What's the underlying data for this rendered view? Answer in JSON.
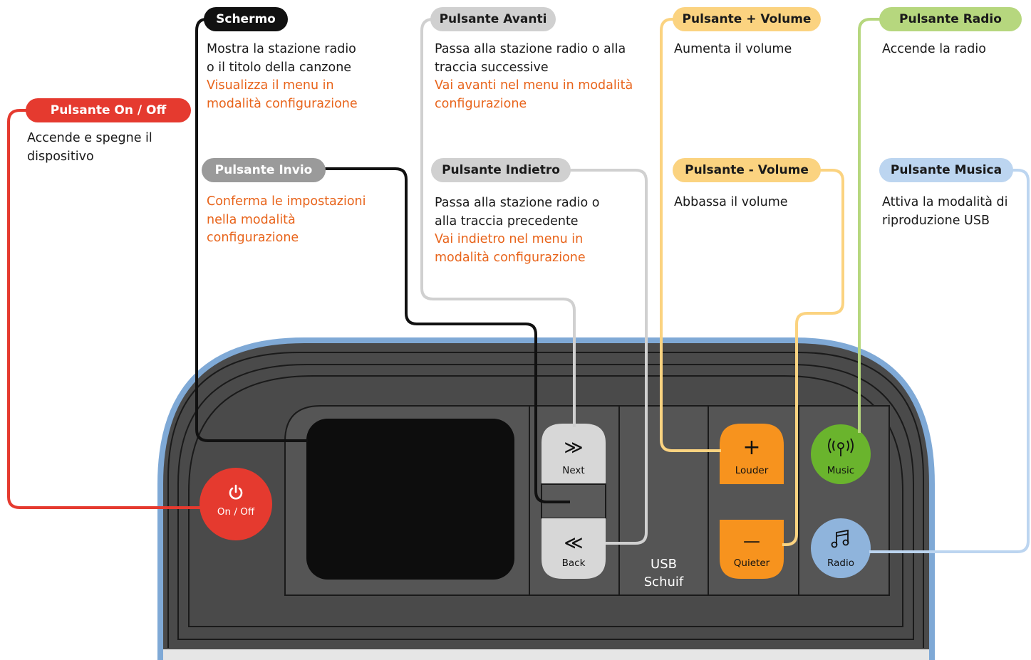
{
  "colors": {
    "red": "#e53a2f",
    "black": "#111111",
    "gray_tag": "#9a9a9a",
    "light_gray": "#d0d0d0",
    "yellow": "#fbd380",
    "green": "#b6d77e",
    "blue": "#bcd5f0",
    "orange_text": "#e8641b",
    "device_body": "#4a4a4a",
    "device_border": "#7fa9d6",
    "button_orange": "#f7931e",
    "button_green": "#6ab42d",
    "button_blue": "#8fb4dc",
    "button_red": "#e53a2f"
  },
  "callouts": {
    "onoff": {
      "title": "Pulsante On / Off",
      "desc_lines": [
        "Accende e spegne il",
        "dispositivo"
      ],
      "orange_lines": []
    },
    "schermo": {
      "title": "Schermo",
      "desc_lines": [
        "Mostra la stazione radio",
        "o il titolo della canzone"
      ],
      "orange_lines": [
        "Visualizza il menu in",
        "modalità configurazione"
      ]
    },
    "invio": {
      "title": "Pulsante Invio",
      "desc_lines": [],
      "orange_lines": [
        "Conferma le impostazioni",
        "nella modalità",
        "configurazione"
      ]
    },
    "avanti": {
      "title": "Pulsante Avanti",
      "desc_lines": [
        "Passa alla stazione radio o alla",
        "traccia successive"
      ],
      "orange_lines": [
        "Vai avanti nel menu in modalità",
        "configurazione"
      ]
    },
    "indietro": {
      "title": "Pulsante Indietro",
      "desc_lines": [
        "Passa alla stazione radio o",
        "alla traccia precedente"
      ],
      "orange_lines": [
        "Vai indietro nel menu in",
        "modalità configurazione"
      ]
    },
    "volume_up": {
      "title": "Pulsante + Volume",
      "desc_lines": [
        "Aumenta il volume"
      ],
      "orange_lines": []
    },
    "volume_down": {
      "title": "Pulsante - Volume",
      "desc_lines": [
        "Abbassa il volume"
      ],
      "orange_lines": []
    },
    "radio": {
      "title": "Pulsante Radio",
      "desc_lines": [
        "Accende la radio"
      ],
      "orange_lines": []
    },
    "musica": {
      "title": "Pulsante Musica",
      "desc_lines": [
        "Attiva la modalità di",
        "riproduzione USB"
      ],
      "orange_lines": []
    }
  },
  "device": {
    "onoff_label": "On / Off",
    "onoff_icon": "power-icon",
    "next_label": "Next",
    "next_glyph": "≫",
    "back_label": "Back",
    "back_glyph": "≪",
    "usb_line1": "USB",
    "usb_line2": "Schuif",
    "louder_label": "Louder",
    "louder_glyph": "+",
    "quieter_label": "Quieter",
    "quieter_glyph": "—",
    "music_label": "Music",
    "music_icon": "radio-waves-icon",
    "radio_label": "Radio",
    "radio_icon": "music-note-icon"
  }
}
